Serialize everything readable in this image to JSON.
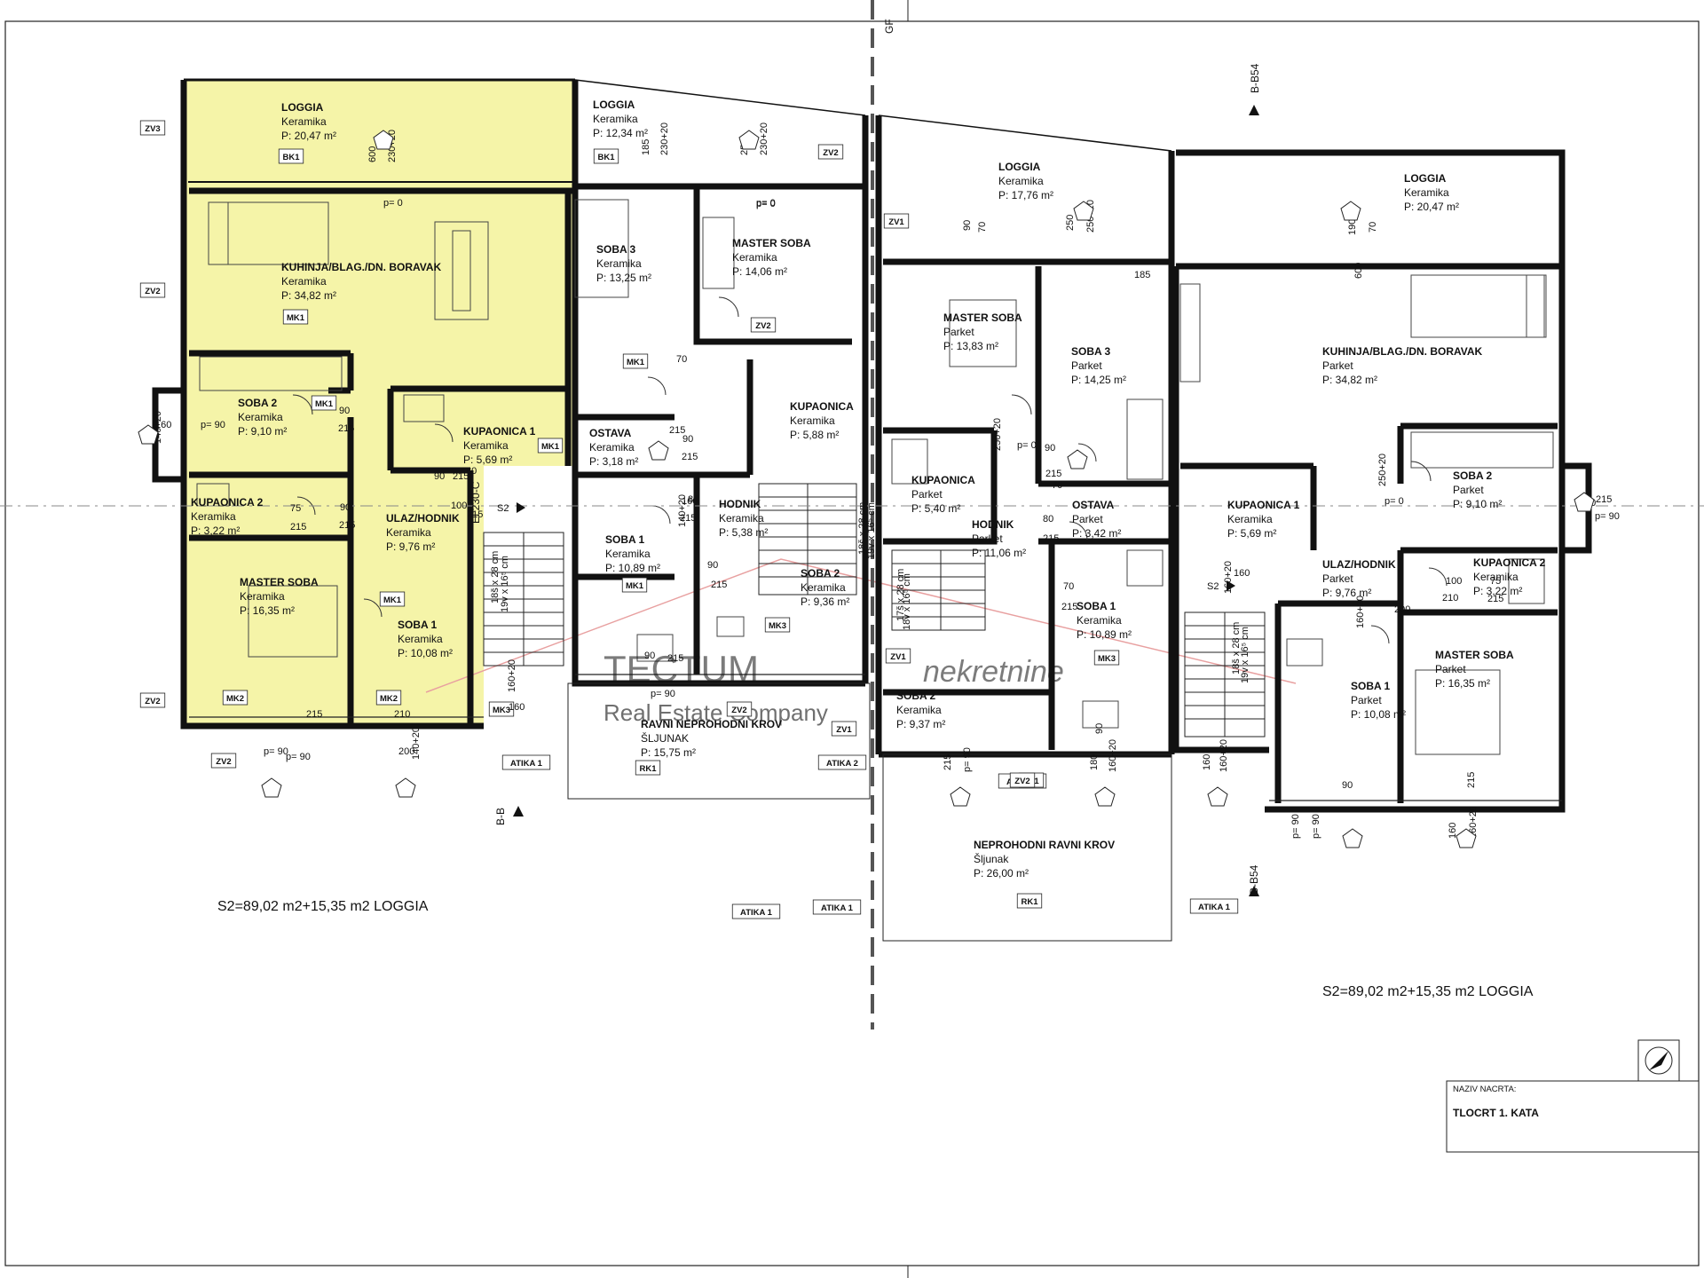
{
  "colors": {
    "highlight": "#f5f4a8",
    "line": "#111111",
    "watermark": "#b9b9b9",
    "section_line": "#e8a0a0"
  },
  "rooms": [
    {
      "id": "l-loggia",
      "name": "LOGGIA",
      "material": "Keramika",
      "area": "P: 20,47 m²"
    },
    {
      "id": "l-kuhinja",
      "name": "KUHINJA/BLAG./DN. BORAVAK",
      "material": "Keramika",
      "area": "P: 34,82 m²"
    },
    {
      "id": "l-soba2",
      "name": "SOBA 2",
      "material": "Keramika",
      "area": "P: 9,10 m²"
    },
    {
      "id": "l-kup1",
      "name": "KUPAONICA 1",
      "material": "Keramika",
      "area": "P: 5,69 m²"
    },
    {
      "id": "l-kup2",
      "name": "KUPAONICA 2",
      "material": "Keramika",
      "area": "P: 3,22 m²"
    },
    {
      "id": "l-ulaz",
      "name": "ULAZ/HODNIK",
      "material": "Keramika",
      "area": "P: 9,76 m²"
    },
    {
      "id": "l-master",
      "name": "MASTER SOBA",
      "material": "Keramika",
      "area": "P: 16,35 m²"
    },
    {
      "id": "l-soba1",
      "name": "SOBA 1",
      "material": "Keramika",
      "area": "P: 10,08 m²"
    },
    {
      "id": "c1-loggia",
      "name": "LOGGIA",
      "material": "Keramika",
      "area": "P: 12,34 m²"
    },
    {
      "id": "c1-soba3",
      "name": "SOBA 3",
      "material": "Keramika",
      "area": "P: 13,25 m²"
    },
    {
      "id": "c1-master",
      "name": "MASTER SOBA",
      "material": "Keramika",
      "area": "P: 14,06 m²"
    },
    {
      "id": "c1-kup",
      "name": "KUPAONICA",
      "material": "Keramika",
      "area": "P: 5,88 m²"
    },
    {
      "id": "c1-ostava",
      "name": "OSTAVA",
      "material": "Keramika",
      "area": "P: 3,18 m²"
    },
    {
      "id": "c1-hodnik",
      "name": "HODNIK",
      "material": "Keramika",
      "area": "P: 5,38 m²"
    },
    {
      "id": "c1-soba1",
      "name": "SOBA 1",
      "material": "Keramika",
      "area": "P: 10,89 m²"
    },
    {
      "id": "c1-soba2",
      "name": "SOBA 2",
      "material": "Keramika",
      "area": "P: 9,36 m²"
    },
    {
      "id": "c2-loggia",
      "name": "LOGGIA",
      "material": "Keramika",
      "area": "P: 17,76 m²"
    },
    {
      "id": "c2-master",
      "name": "MASTER SOBA",
      "material": "Parket",
      "area": "P: 13,83 m²"
    },
    {
      "id": "c2-soba3",
      "name": "SOBA 3",
      "material": "Parket",
      "area": "P: 14,25 m²"
    },
    {
      "id": "c2-kup",
      "name": "KUPAONICA",
      "material": "Parket",
      "area": "P: 5,40 m²"
    },
    {
      "id": "c2-hodnik",
      "name": "HODNIK",
      "material": "Parket",
      "area": "P: 11,06 m²"
    },
    {
      "id": "c2-ostava",
      "name": "OSTAVA",
      "material": "Parket",
      "area": "P: 3,42 m²"
    },
    {
      "id": "c2-soba1",
      "name": "SOBA 1",
      "material": "Keramika",
      "area": "P: 10,89 m²"
    },
    {
      "id": "c2-soba2",
      "name": "SOBA 2",
      "material": "Keramika",
      "area": "P: 9,37 m²"
    },
    {
      "id": "r-loggia",
      "name": "LOGGIA",
      "material": "Keramika",
      "area": "P: 20,47 m²"
    },
    {
      "id": "r-kuhinja",
      "name": "KUHINJA/BLAG./DN. BORAVAK",
      "material": "Parket",
      "area": "P: 34,82 m²"
    },
    {
      "id": "r-soba2",
      "name": "SOBA 2",
      "material": "Parket",
      "area": "P: 9,10 m²"
    },
    {
      "id": "r-kup1",
      "name": "KUPAONICA 1",
      "material": "Keramika",
      "area": "P: 5,69 m²"
    },
    {
      "id": "r-ulaz",
      "name": "ULAZ/HODNIK",
      "material": "Parket",
      "area": "P: 9,76 m²"
    },
    {
      "id": "r-kup2",
      "name": "KUPAONICA 2",
      "material": "Keramika",
      "area": "P: 3,22 m²"
    },
    {
      "id": "r-master",
      "name": "MASTER SOBA",
      "material": "Parket",
      "area": "P: 16,35 m²"
    },
    {
      "id": "r-soba1",
      "name": "SOBA 1",
      "material": "Parket",
      "area": "P: 10,08 m²"
    },
    {
      "id": "krov1",
      "name": "RAVNI NEPROHODNI KROV",
      "material": "ŠLJUNAK",
      "area": "P: 15,75 m²"
    },
    {
      "id": "krov2",
      "name": "NEPROHODNI RAVNI KROV",
      "material": "Šljunak",
      "area": "P: 26,00 m²"
    }
  ],
  "tags": [
    "ZV3",
    "ZV2",
    "BK1",
    "MK1",
    "MK1",
    "MK1",
    "MK1",
    "ZV2",
    "ZV2",
    "MK2",
    "MK2",
    "ZV2",
    "BK1",
    "ZV2",
    "MK1",
    "MK1",
    "MK3",
    "MK3",
    "ZV2",
    "ZV1",
    "RK1",
    "ATIKA 1",
    "ATIKA 2",
    "ATIKA 1",
    "ATIKA 1",
    "ZV1",
    "ZV1",
    "MK3",
    "ZV2",
    "RK1",
    "ATIKA 1",
    "ATIKA 1",
    "ZV1"
  ],
  "dims": [
    "600",
    "230+20",
    "p= 0",
    "185",
    "230+20",
    "250",
    "230+20",
    "p= 0",
    "p= 0",
    "160",
    "140+20",
    "p= 90",
    "90",
    "215",
    "90",
    "215",
    "75",
    "215",
    "90",
    "215",
    "80",
    "215",
    "100",
    "210",
    "215",
    "p= 90",
    "p= 90",
    "200",
    "140+20",
    "160",
    "140+20",
    "90",
    "215",
    "70",
    "215",
    "80",
    "215",
    "90",
    "215",
    "90",
    "215",
    "p= 90",
    "160",
    "160+20",
    "90",
    "70",
    "250",
    "250+20",
    "185",
    "250+20",
    "p= 0",
    "90",
    "215",
    "70",
    "80",
    "215",
    "70",
    "215",
    "90",
    "215",
    "p= 90",
    "180",
    "160+20",
    "160",
    "160+20",
    "190",
    "70",
    "600",
    "250+20",
    "p= 0",
    "90",
    "215",
    "p= 90",
    "160",
    "160+20",
    "100",
    "210",
    "75",
    "215",
    "90",
    "215",
    "p= 90",
    "p= 90",
    "160",
    "160+20",
    "200",
    "160+20",
    "215",
    "90"
  ],
  "stairs": [
    "18š x 28 cm",
    "19v x 16⁵ cm",
    "18š x 28 cm",
    "19v x 16⁵ cm",
    "17š x 28 cm",
    "18v x 16⁵ cm",
    "18š x 28 cm",
    "19v x 16⁵ cm"
  ],
  "stair_marks": [
    "S2",
    "S2"
  ],
  "section_labels": [
    "B-B",
    "B-B54",
    "B-B54",
    "EI 230-C",
    "GF"
  ],
  "summary_left": "S2=89,02 m2+15,35 m2 LOGGIA",
  "summary_right": "S2=89,02 m2+15,35 m2 LOGGIA",
  "title_block": {
    "label": "NAZIV NACRTA:",
    "value": "TLOCRT 1. KATA"
  },
  "watermark": {
    "brand": "TECTUM",
    "sub": "nekretnine",
    "tagline": "Real Estate Company"
  }
}
